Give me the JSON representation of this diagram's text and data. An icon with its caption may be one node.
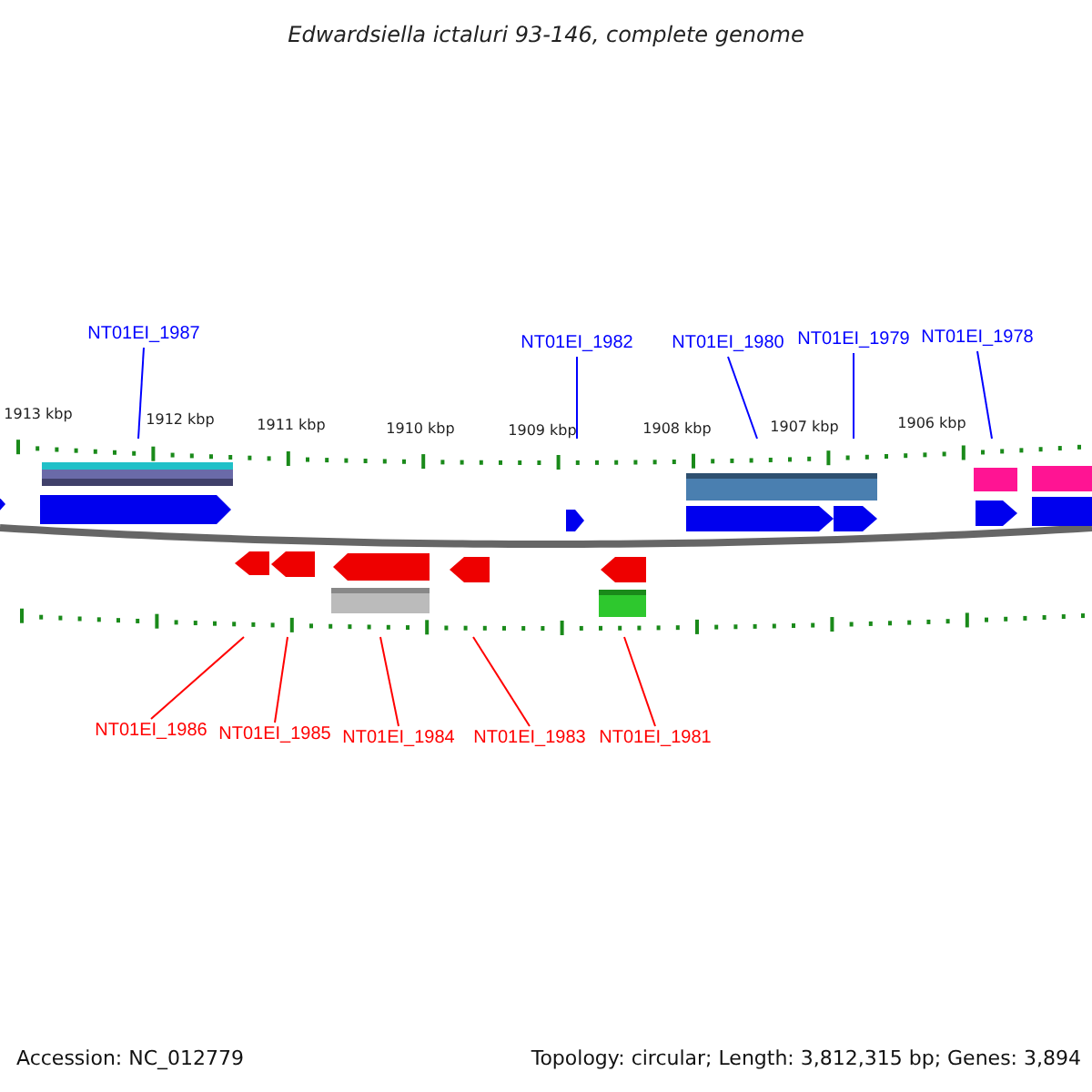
{
  "diagram": {
    "title": "Edwardsiella ictaluri 93-146, complete genome",
    "nodes": [
      {
        "text": [
          "NT01EI_1987"
        ]
      },
      {
        "text": [
          "NT01EI_1982"
        ]
      },
      {
        "text": [
          "NT01EI_1980"
        ]
      },
      {
        "text": [
          "NT01EI_1979"
        ]
      },
      {
        "text": [
          "NT01EI_1978"
        ]
      },
      {
        "text": [
          "NT01EI_1986"
        ]
      },
      {
        "text": [
          "NT01EI_1985"
        ]
      },
      {
        "text": [
          "NT01EI_1984"
        ]
      },
      {
        "text": [
          "NT01EI_1983"
        ]
      },
      {
        "text": [
          "NT01EI_1981"
        ]
      },
      {
        "text": [],
        "shape": "scale"
      },
      {
        "text": [],
        "shape": "scale"
      }
    ],
    "edges": [
      {
        "from": 0,
        "to": 10,
        "arrow": "none",
        "color": "#0000ff"
      },
      {
        "from": 1,
        "to": 10,
        "arrow": "none",
        "color": "#0000ff"
      },
      {
        "from": 2,
        "to": 10,
        "arrow": "none",
        "color": "#0000ff"
      },
      {
        "from": 3,
        "to": 10,
        "arrow": "none",
        "color": "#0000ff"
      },
      {
        "from": 4,
        "to": 10,
        "arrow": "none",
        "color": "#0000ff"
      },
      {
        "from": 5,
        "to": 11,
        "arrow": "none",
        "color": "#ff0000"
      },
      {
        "from": 6,
        "to": 11,
        "arrow": "none",
        "color": "#ff0000"
      },
      {
        "from": 7,
        "to": 11,
        "arrow": "none",
        "color": "#ff0000"
      },
      {
        "from": 8,
        "to": 11,
        "arrow": "none",
        "color": "#ff0000"
      },
      {
        "from": 9,
        "to": 11,
        "arrow": "none",
        "color": "#ff0000"
      }
    ],
    "labels": [
      "1913 kbp",
      "1912 kbp",
      "1911 kbp",
      "1910 kbp",
      "1909 kbp",
      "1908 kbp",
      "1907 kbp",
      "1906 kbp",
      "Accession: NC_012779",
      "Topology: circular; Length: 3,812,315 bp; Genes: 3,894"
    ]
  }
}
